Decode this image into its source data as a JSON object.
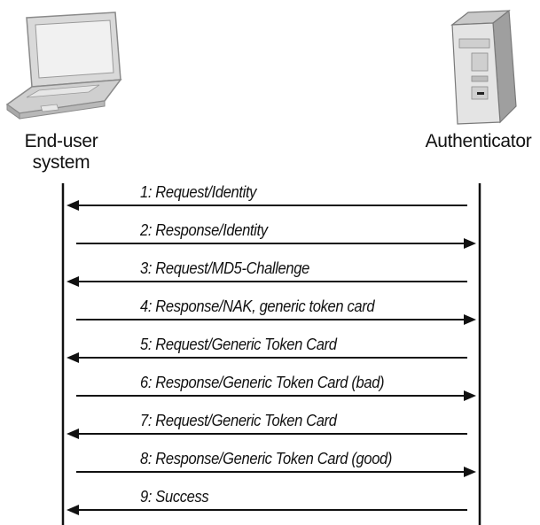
{
  "participants": {
    "left": {
      "line1": "End-user",
      "line2": "system",
      "icon": "laptop-icon"
    },
    "right": {
      "line1": "Authenticator",
      "icon": "server-icon"
    }
  },
  "messages": [
    {
      "label": "1: Request/Identity",
      "direction": "to-left"
    },
    {
      "label": "2: Response/Identity",
      "direction": "to-right"
    },
    {
      "label": "3: Request/MD5-Challenge",
      "direction": "to-left"
    },
    {
      "label": "4: Response/NAK, generic token card",
      "direction": "to-right"
    },
    {
      "label": "5: Request/Generic Token Card",
      "direction": "to-left"
    },
    {
      "label": "6: Response/Generic Token Card (bad)",
      "direction": "to-right"
    },
    {
      "label": "7: Request/Generic Token Card",
      "direction": "to-left"
    },
    {
      "label": "8: Response/Generic Token Card (good)",
      "direction": "to-right"
    },
    {
      "label": "9: Success",
      "direction": "to-left"
    }
  ]
}
